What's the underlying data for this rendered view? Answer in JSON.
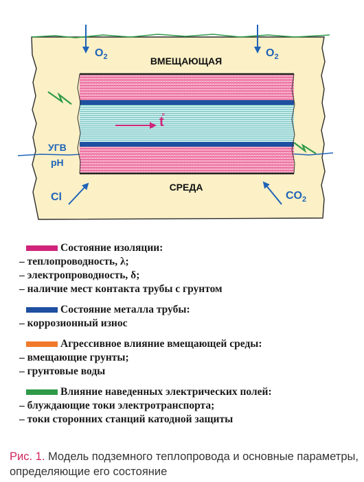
{
  "diagram": {
    "label_top": "ВМЕЩАЮЩАЯ",
    "label_bottom": "СРЕДА",
    "o2_left": "O",
    "o2_right": "O",
    "o2_sub": "2",
    "cl": "Cl",
    "co2": "CO",
    "co2_sub": "2",
    "ugv": "УГВ",
    "ph": "pH",
    "temp": "t",
    "temp_deg": "°",
    "colors": {
      "soil": "#fbf0c6",
      "insulation": "#f5a3c2",
      "metal": "#1f4fa0",
      "fluid": "#b7e3e1",
      "arrow_blue": "#1e63b8",
      "arrow_magenta": "#d0247a",
      "zigzag": "#2e9a48"
    }
  },
  "legend": [
    {
      "color": "#d0247a",
      "title": "Состояние изоляции:",
      "items": [
        "– теплопроводность, λ;",
        "– электропроводность, δ;",
        "– наличие мест контакта трубы с грунтом"
      ]
    },
    {
      "color": "#1f4fa0",
      "title": "Состояние металла трубы:",
      "items": [
        "– коррозионный износ"
      ]
    },
    {
      "color": "#f07a2a",
      "title": "Агрессивное влияние вмещающей среды:",
      "items": [
        "– вмещающие грунты;",
        "– грунтовые воды"
      ]
    },
    {
      "color": "#2e9a48",
      "title": "Влияние наведенных электрических полей:",
      "items": [
        "– блуждающие токи электротранспорта;",
        "– токи сторонних станций катодной защиты"
      ]
    }
  ],
  "caption": {
    "label": "Рис. 1.",
    "text": " Модель подземного теплопровода и основные параметры, определяющие его состояние"
  }
}
